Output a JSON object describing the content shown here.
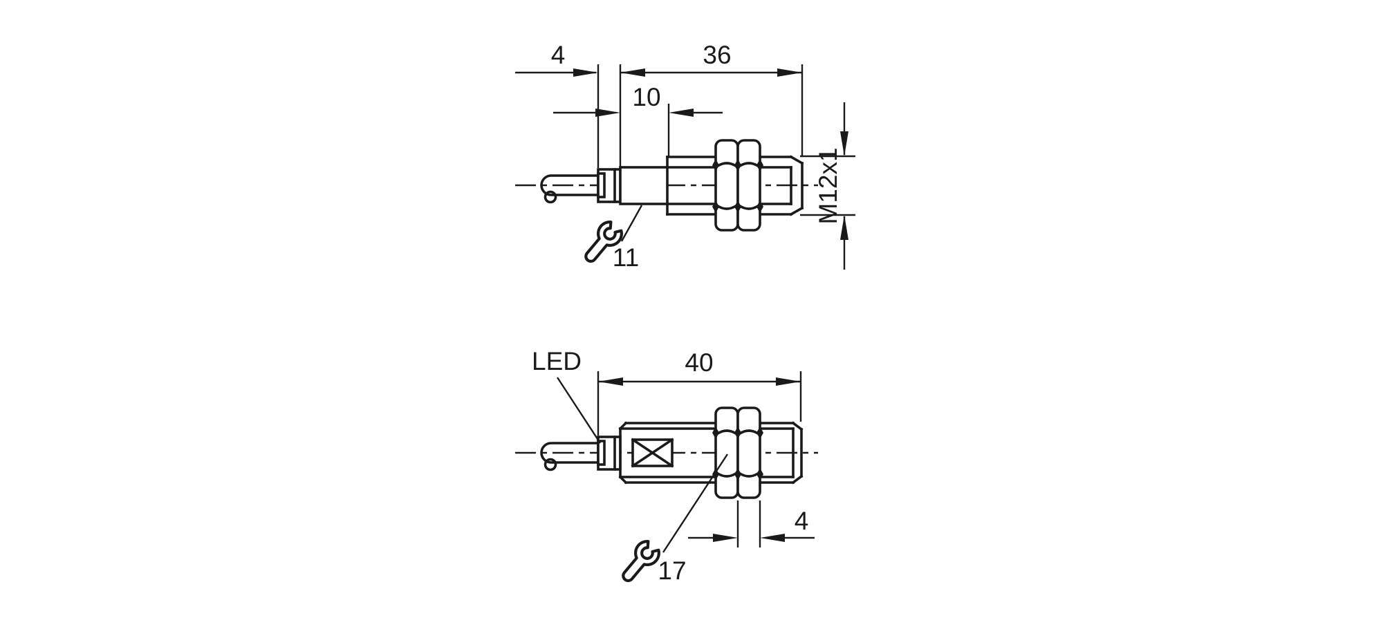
{
  "drawing": {
    "type": "dimensional-drawing",
    "line_color": "#1a1a1a",
    "background": "#ffffff",
    "top_view": {
      "dims": {
        "gland_width": "4",
        "thread_length": "36",
        "rear_section_length": "10",
        "thread_spec": "M12x1",
        "wrench_size": "11"
      }
    },
    "bottom_view": {
      "led_label": "LED",
      "dims": {
        "overall_length": "40",
        "nut_thickness": "4",
        "wrench_size": "17"
      }
    }
  }
}
